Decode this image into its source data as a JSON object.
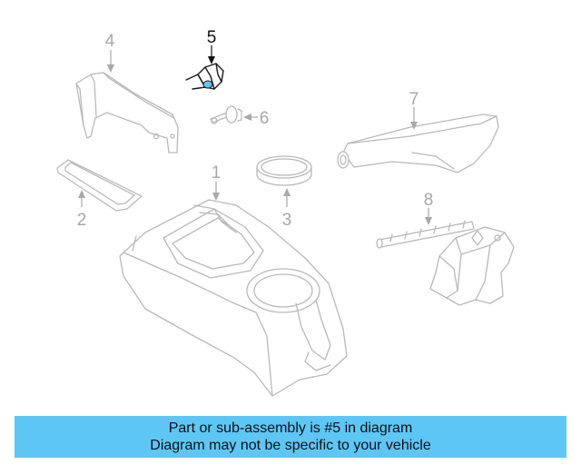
{
  "diagram": {
    "callouts": [
      "1",
      "2",
      "3",
      "4",
      "5",
      "6",
      "7",
      "8"
    ],
    "highlighted_part": "5",
    "highlight_color": "#5ec6f5"
  },
  "banner": {
    "line1": "Part or sub-assembly is #5 in diagram",
    "line2": "Diagram may not be specific to your vehicle",
    "background": "#5ec6f5"
  }
}
